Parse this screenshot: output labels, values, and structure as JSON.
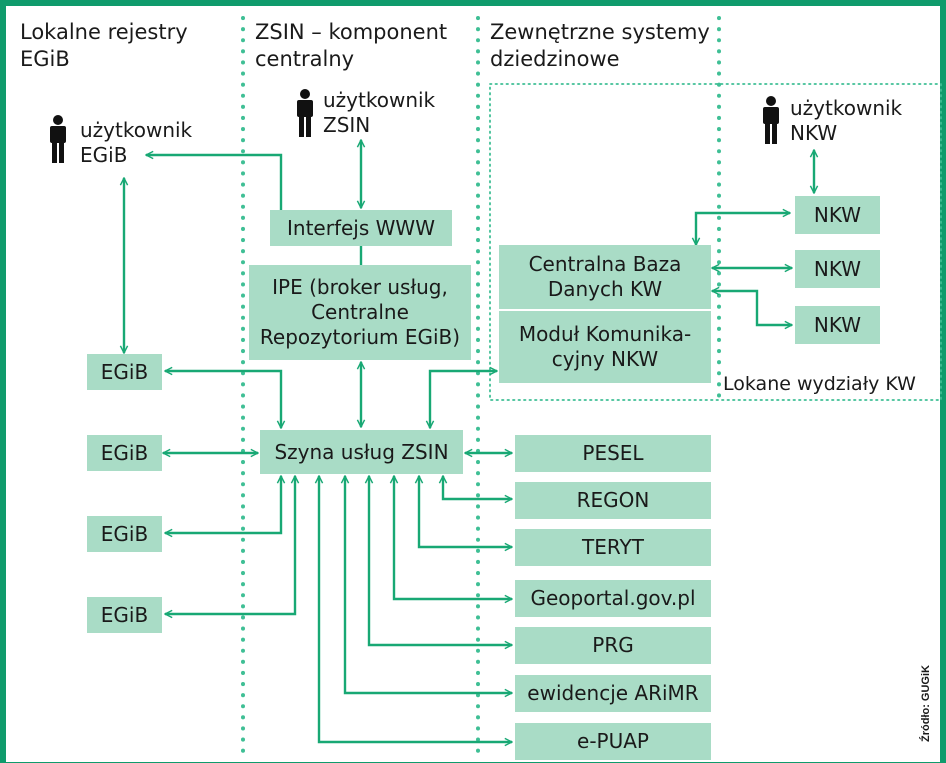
{
  "columns": {
    "local": "Lokalne rejestry\nEGiB",
    "central": "ZSIN – komponent\ncentralny",
    "external": "Zewnętrzne systemy\ndziedzinowe"
  },
  "users": {
    "egib": "użytkownik\nEGiB",
    "zsin": "użytkownik\nZSIN",
    "nkw": "użytkownik\nNKW"
  },
  "central_boxes": {
    "www": "Interfejs WWW",
    "ipe": "IPE (broker usług,\nCentralne\nRepozytorium EGiB)",
    "bus": "Szyna usług ZSIN"
  },
  "kw_boxes": {
    "cbd": "Centralna Baza\nDanych KW",
    "modul": "Moduł Komunika-\ncyjny NKW"
  },
  "nkw_nodes": [
    "NKW",
    "NKW",
    "NKW"
  ],
  "lokane_label": "Lokane wydziały KW",
  "egib_nodes": [
    "EGiB",
    "EGiB",
    "EGiB",
    "EGiB"
  ],
  "external_systems": [
    "PESEL",
    "REGON",
    "TERYT",
    "Geoportal.gov.pl",
    "PRG",
    "ewidencje ARiMR",
    "e-PUAP"
  ],
  "source": "Źródło: GUGiK",
  "colors": {
    "frame": "#0f9b6c",
    "box": "#a9dcc6",
    "arrow": "#18a874",
    "divider": "#3fbf95"
  },
  "icons": [
    "person-icon"
  ]
}
